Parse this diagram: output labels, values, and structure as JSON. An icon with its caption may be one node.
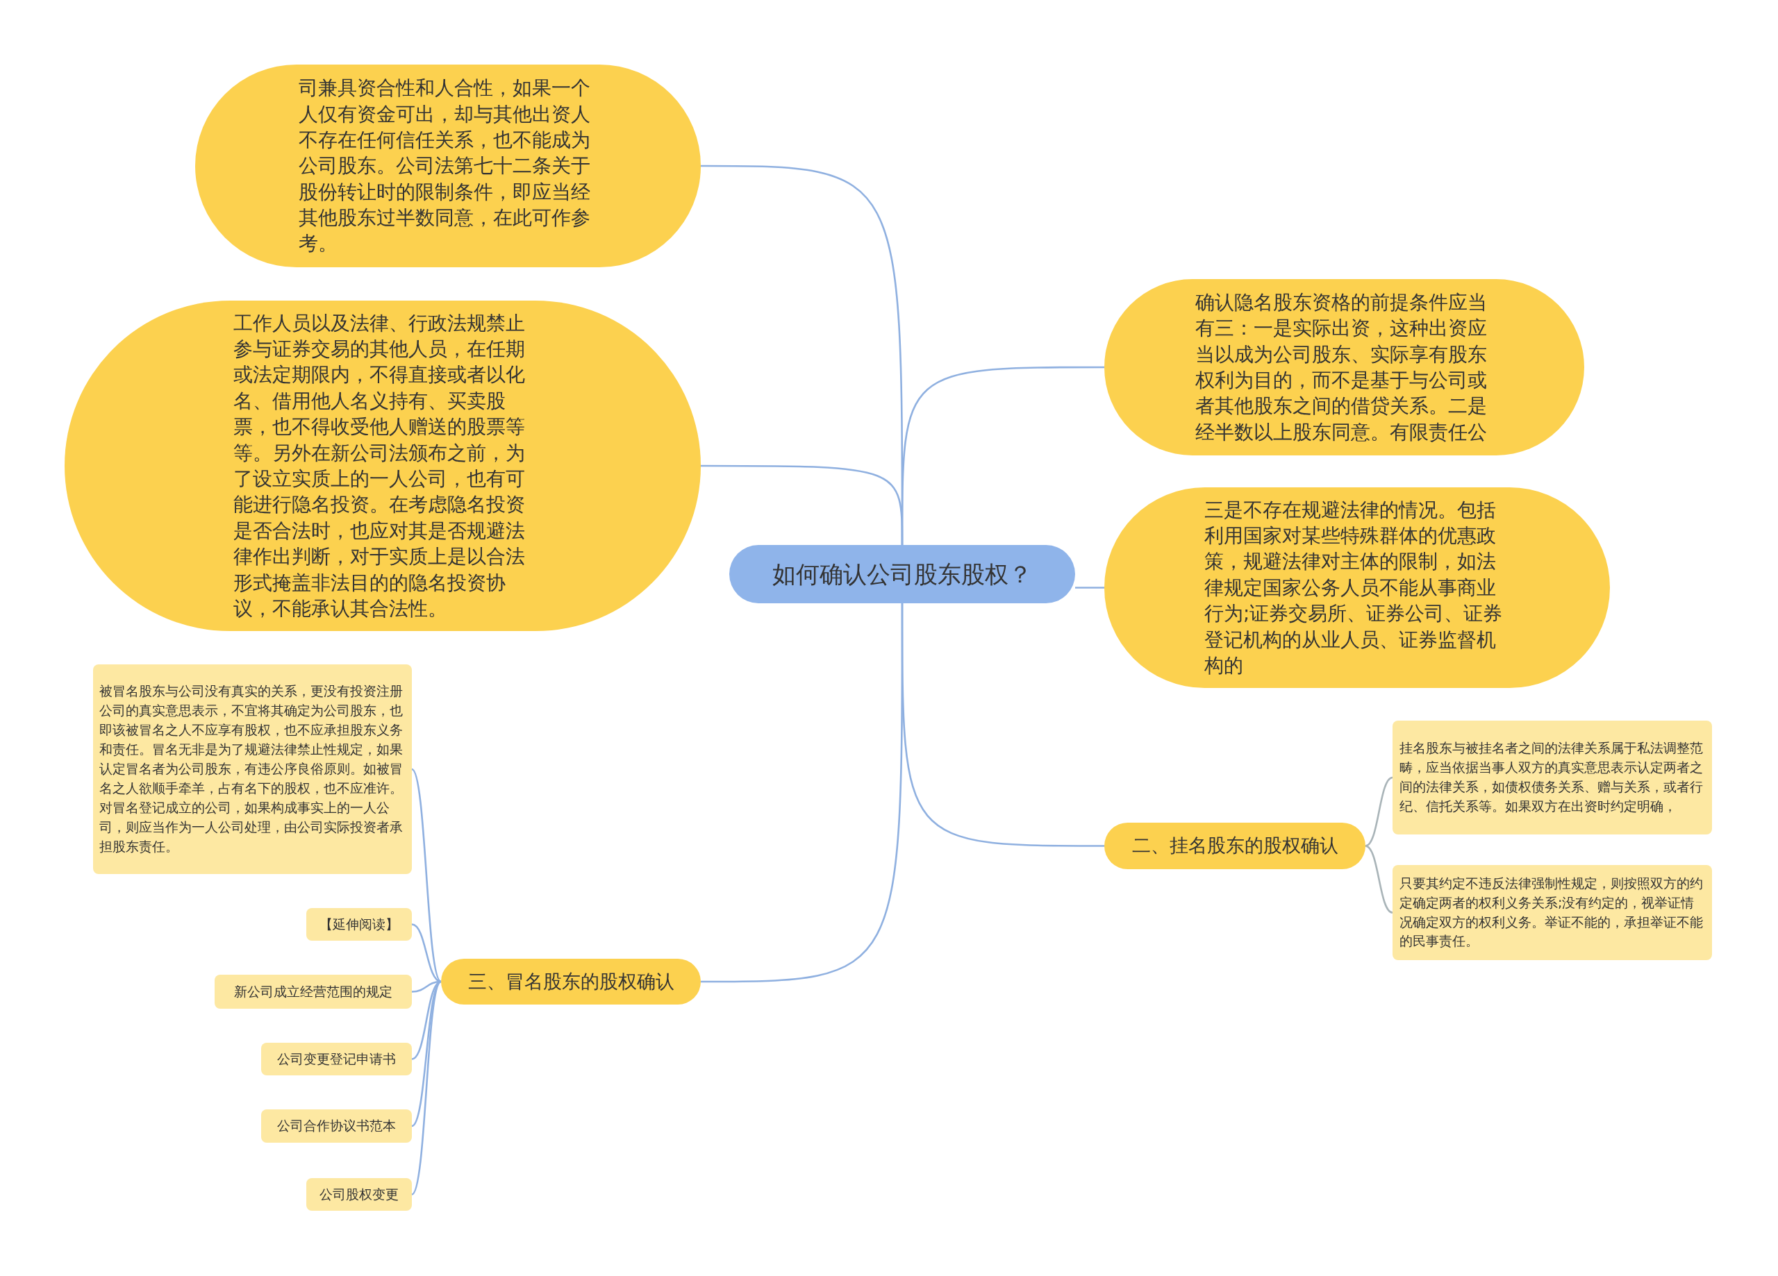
{
  "diagram": {
    "nodes": [
      {
        "text": [
          "如何确认公司股东股权？"
        ]
      },
      {
        "text": [
          "司兼具资合性和人合性，如果一个人仅有资金可出，却与其他出资人不存在任何信任关系，也不能成为公司股东。公司法第七十二条关于股份转让时的限制条件，即应当经其他股东过半数同意，在此可作参考。"
        ]
      },
      {
        "text": [
          "工作人员以及法律、行政法规禁止参与证券交易的其他人员，在任期或法定期限内，不得直接或者以化名、借用他人名义持有、买卖股票，也不得收受他人赠送的股票等等。另外在新公司法颁布之前，为了设立实质上的一人公司，也有可能进行隐名投资。在考虑隐名投资是否合法时，也应对其是否规避法律作出判断，对于实质上是以合法形式掩盖非法目的的隐名投资协议，不能承认其合法性。"
        ]
      },
      {
        "text": [
          "确认隐名股东资格的前提条件应当有三：一是实际出资，这种出资应当以成为公司股东、实际享有股东权利为目的，而不是基于与公司或者其他股东之间的借贷关系。二是经半数以上股东同意。有限责任公"
        ]
      },
      {
        "text": [
          "三是不存在规避法律的情况。包括利用国家对某些特殊群体的优惠政策，规避法律对主体的限制，如法律规定国家公务人员不能从事商业行为;证券交易所、证券公司、证券登记机构的从业人员、证券监督机构的"
        ]
      },
      {
        "text": [
          "二、挂名股东的股权确认"
        ]
      },
      {
        "text": [
          "挂名股东与被挂名者之间的法律关系属于私法调整范畴，应当依据当事人双方的真实意思表示认定两者之间的法律关系，如债权债务关系、赠与关系，或者行纪、信托关系等。如果双方在出资时约定明确，"
        ]
      },
      {
        "text": [
          "只要其约定不违反法律强制性规定，则按照双方的约定确定两者的权利义务关系;没有约定的，视举证情况确定双方的权利义务。举证不能的，承担举证不能的民事责任。"
        ]
      },
      {
        "text": [
          "三、冒名股东的股权确认"
        ]
      },
      {
        "text": [
          "被冒名股东与公司没有真实的关系，更没有投资注册公司的真实意思表示，不宜将其确定为公司股东，也即该被冒名之人不应享有股权，也不应承担股东义务和责任。冒名无非是为了规避法律禁止性规定，如果认定冒名者为公司股东，有违公序良俗原则。如被冒名之人欲顺手牵羊，占有名下的股权，也不应准许。对冒名登记成立的公司，如果构成事实上的一人公司，则应当作为一人公司处理，由公司实际投资者承担股东责任。"
        ]
      },
      {
        "text": [
          "【延伸阅读】"
        ]
      },
      {
        "text": [
          "新公司成立经营范围的规定"
        ]
      },
      {
        "text": [
          "公司变更登记申请书"
        ]
      },
      {
        "text": [
          "公司合作协议书范本"
        ]
      },
      {
        "text": [
          "公司股权变更"
        ]
      }
    ],
    "edges": [
      {
        "from": 0,
        "to": 1,
        "arrow": "none"
      },
      {
        "from": 0,
        "to": 2,
        "arrow": "none"
      },
      {
        "from": 0,
        "to": 3,
        "arrow": "none"
      },
      {
        "from": 0,
        "to": 4,
        "arrow": "none"
      },
      {
        "from": 0,
        "to": 5,
        "arrow": "none"
      },
      {
        "from": 0,
        "to": 8,
        "arrow": "none"
      },
      {
        "from": 5,
        "to": 6,
        "arrow": "none",
        "color": "#a9b4b8"
      },
      {
        "from": 5,
        "to": 7,
        "arrow": "none",
        "color": "#a9b4b8"
      },
      {
        "from": 8,
        "to": 9,
        "arrow": "none"
      },
      {
        "from": 8,
        "to": 10,
        "arrow": "none"
      },
      {
        "from": 8,
        "to": 11,
        "arrow": "none"
      },
      {
        "from": 8,
        "to": 12,
        "arrow": "none"
      },
      {
        "from": 8,
        "to": 13,
        "arrow": "none"
      },
      {
        "from": 8,
        "to": 14,
        "arrow": "none"
      }
    ]
  }
}
